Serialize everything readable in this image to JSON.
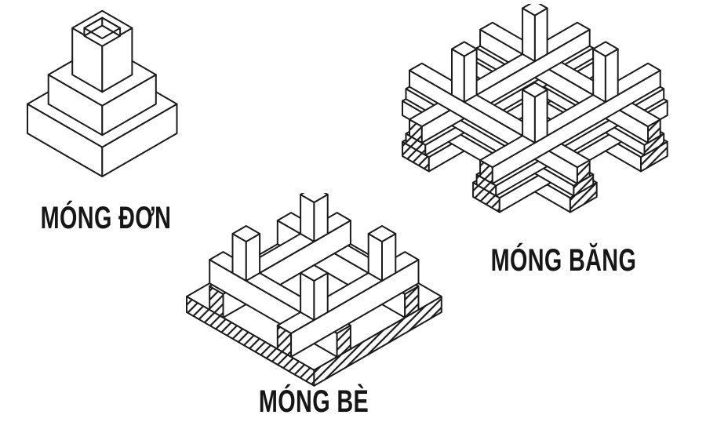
{
  "page": {
    "background": "#ffffff",
    "line_color": "#1b1b1b",
    "text_color": "#161616"
  },
  "figures": [
    {
      "id": "mong-don",
      "label": "MÓNG ĐƠN"
    },
    {
      "id": "mong-be",
      "label": "MÓNG BÈ"
    },
    {
      "id": "mong-bang",
      "label": "MÓNG BĂNG"
    }
  ]
}
